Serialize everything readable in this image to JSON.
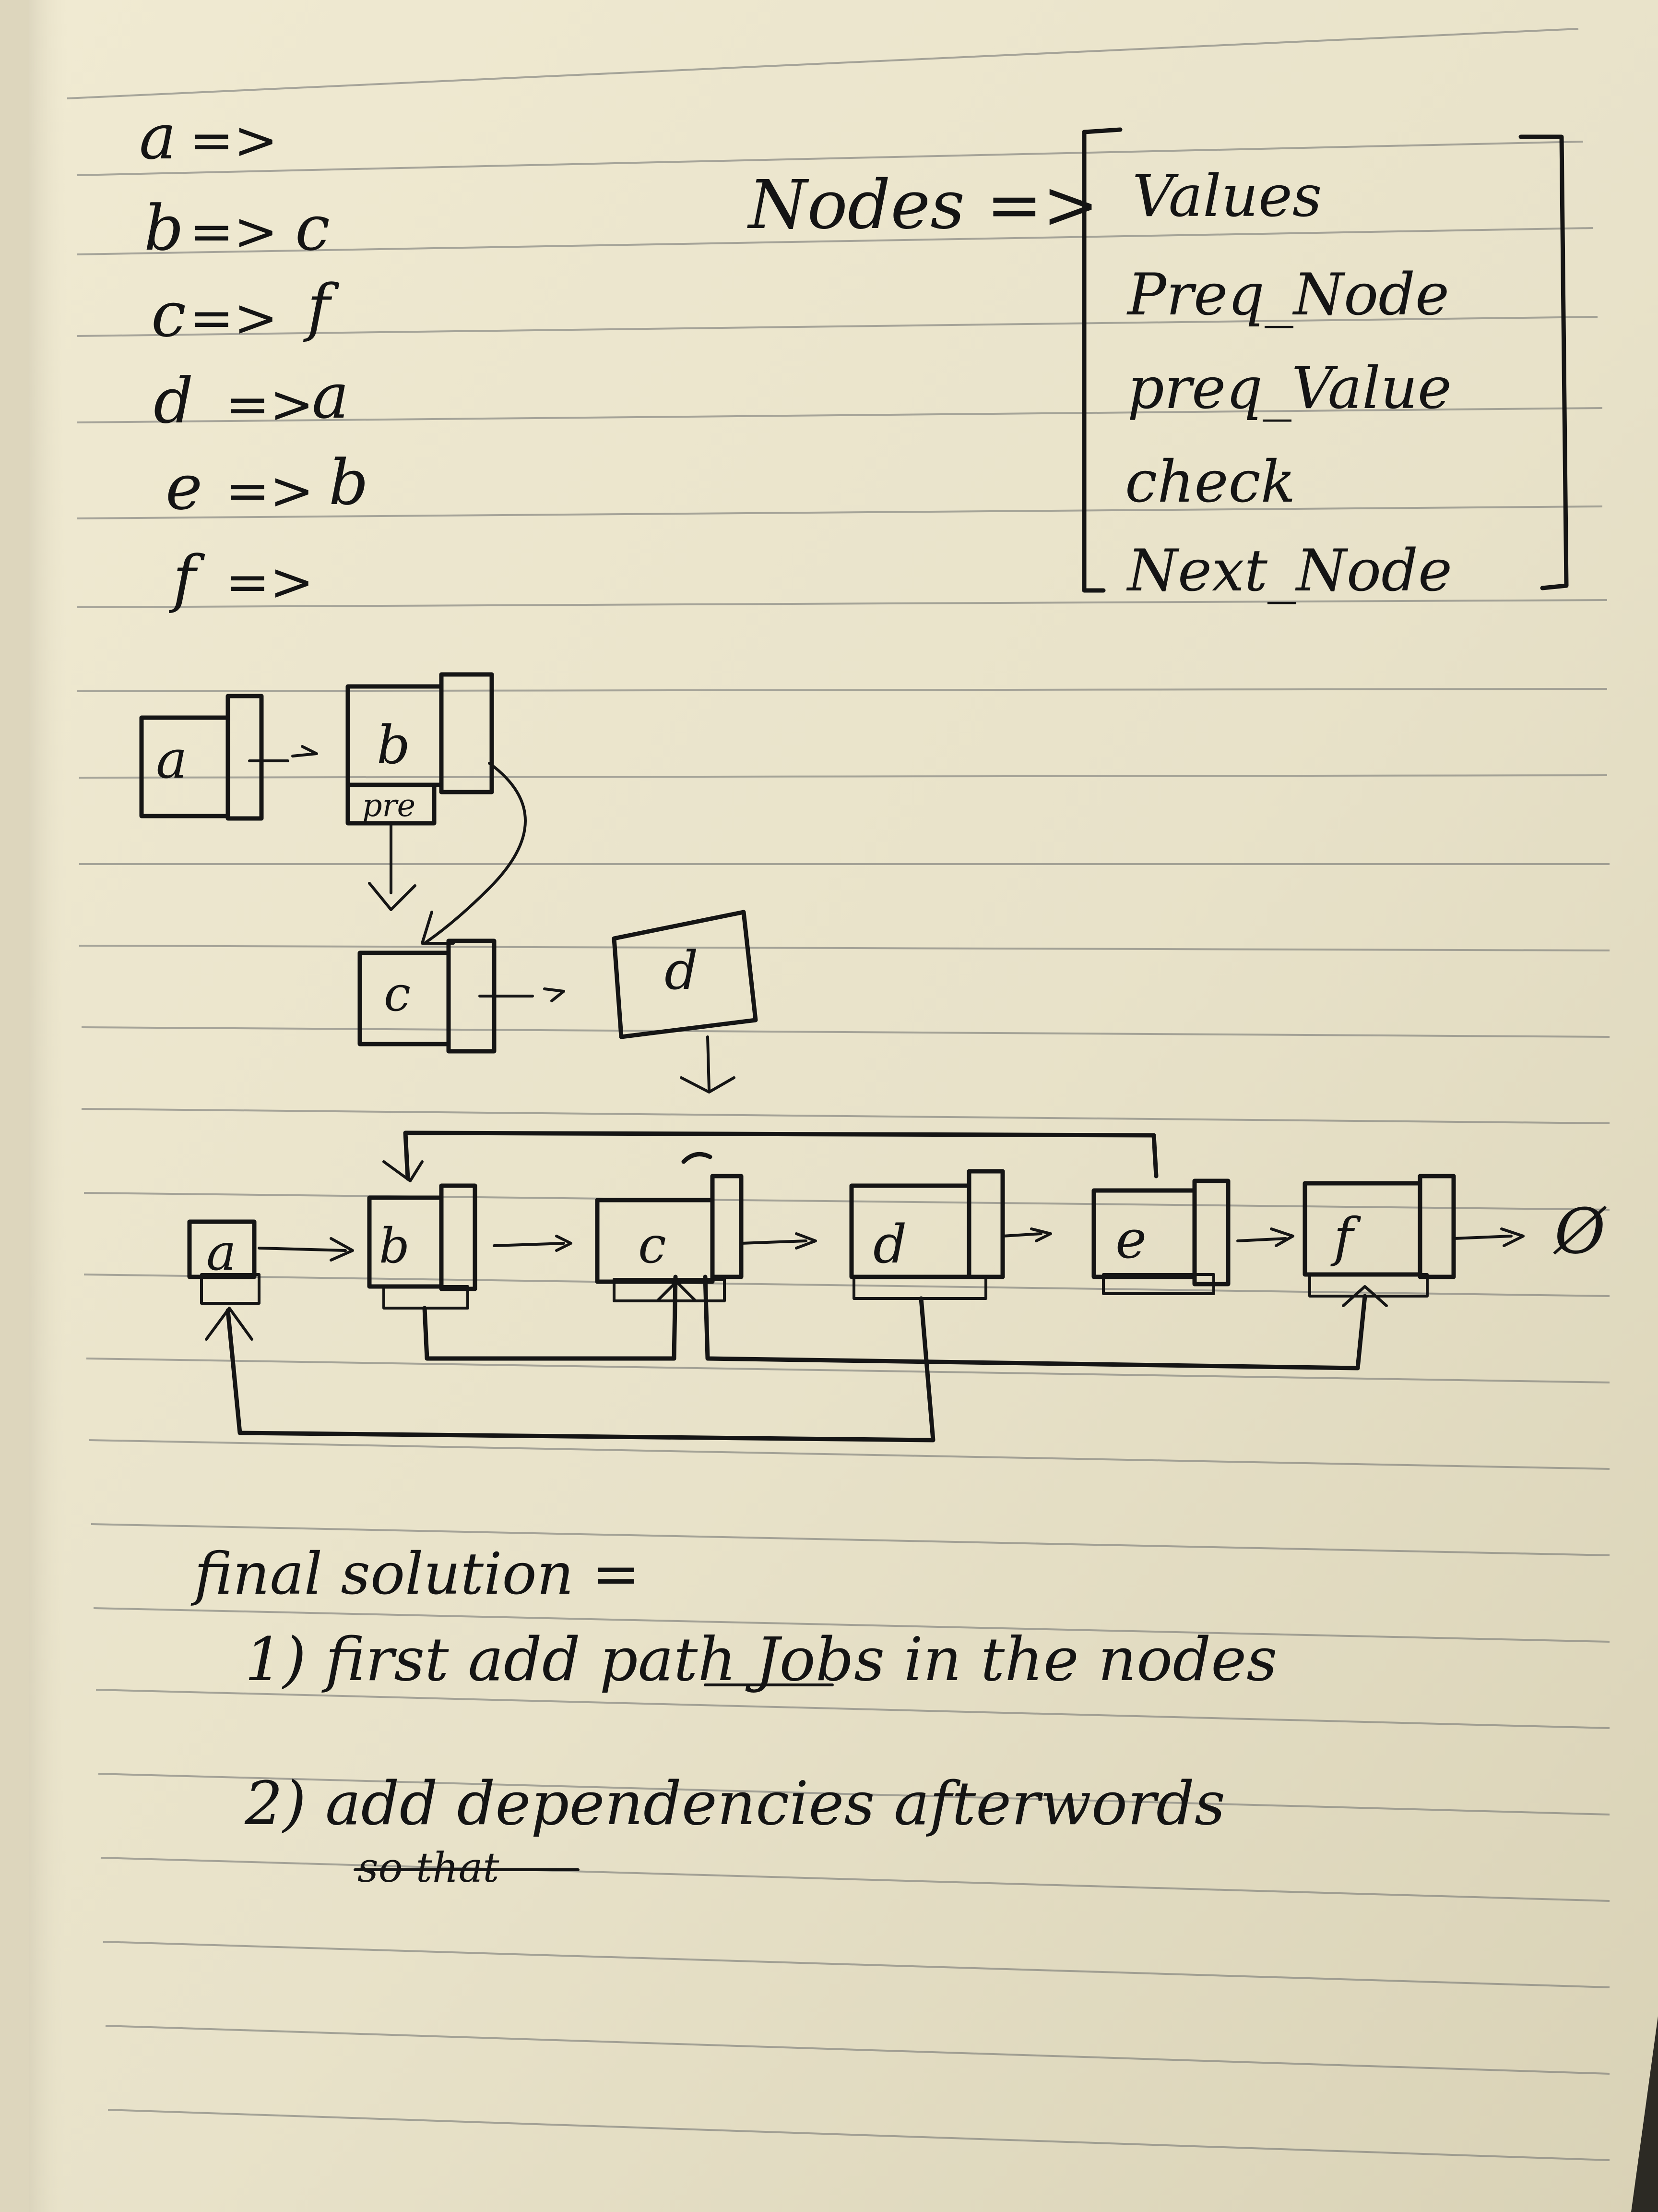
{
  "mapping": {
    "rows": [
      {
        "key": "a",
        "arrow": "=>",
        "value": ""
      },
      {
        "key": "b",
        "arrow": "=>",
        "value": "c"
      },
      {
        "key": "c",
        "arrow": "=>",
        "value": "f"
      },
      {
        "key": "d",
        "arrow": "=>",
        "value": "a"
      },
      {
        "key": "e",
        "arrow": "=>",
        "value": "b"
      },
      {
        "key": "f",
        "arrow": "=>",
        "value": ""
      }
    ]
  },
  "nodes_definition": {
    "label": "Nodes =>",
    "fields": [
      "Values",
      "Preq_Node",
      "preq_Value",
      "check",
      "Next_Node"
    ]
  },
  "diagram": {
    "top": {
      "a": "a",
      "b": "b",
      "pre": "pre",
      "c": "c",
      "d": "d"
    },
    "bottom": {
      "nodes": [
        "a",
        "b",
        "c",
        "d",
        "e",
        "f"
      ],
      "null_symbol": "Ø"
    }
  },
  "solution": {
    "heading": "final solution =",
    "step1": "1) first add path Jobs in the nodes",
    "step2": "2) add dependencies afterwords",
    "strikethrough": "so that"
  },
  "colors": {
    "paper": "#ece6cd",
    "ink": "#151515",
    "rulings": "#6c6e6e",
    "page_shadow": "#2c2a24"
  }
}
